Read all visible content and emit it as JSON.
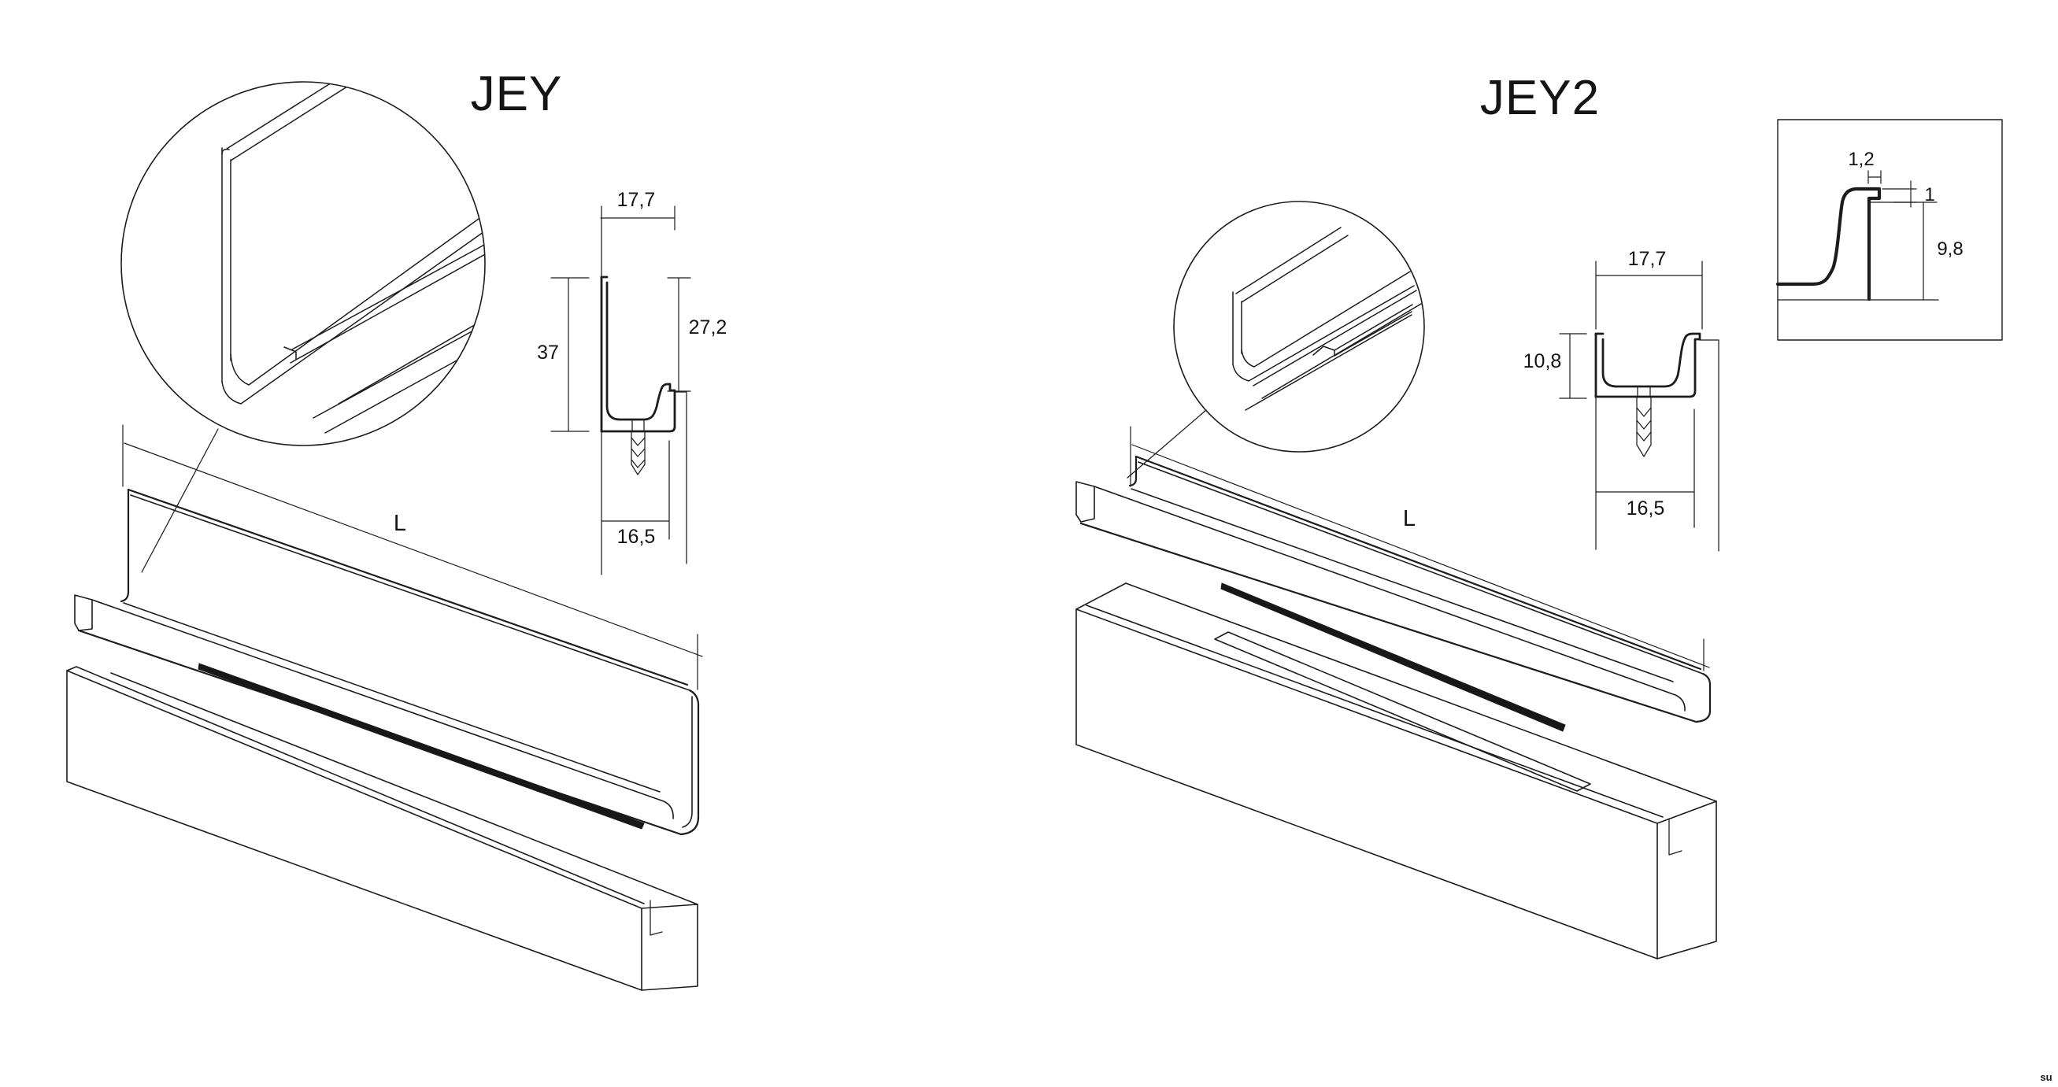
{
  "watermark": "su",
  "jey": {
    "title": "JEY",
    "length_label": "L",
    "cross_section": {
      "top_width": "17,7",
      "back_height": "37",
      "front_height": "27,2",
      "groove_width": "16,5"
    }
  },
  "jey2": {
    "title": "JEY2",
    "length_label": "L",
    "cross_section": {
      "top_width": "17,7",
      "back_height": "10,8",
      "groove_width": "16,5"
    },
    "detail_box": {
      "lip_width": "1,2",
      "lip_step": "1",
      "rebate_depth": "9,8"
    }
  }
}
